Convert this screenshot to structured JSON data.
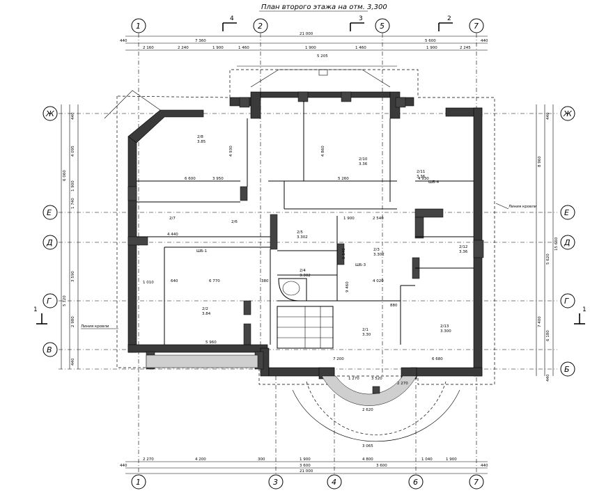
{
  "title": "План второго этажа на отм. 3,300",
  "axes_top": [
    {
      "label": "1"
    },
    {
      "label": "2"
    },
    {
      "label": "5"
    },
    {
      "label": "7"
    }
  ],
  "axes_bottom": [
    {
      "label": "1"
    },
    {
      "label": "3"
    },
    {
      "label": "4"
    },
    {
      "label": "6"
    },
    {
      "label": "7"
    }
  ],
  "axes_side": [
    {
      "label": "Ж"
    },
    {
      "label": "Е"
    },
    {
      "label": "Д"
    },
    {
      "label": "Г"
    },
    {
      "label": "В"
    },
    {
      "label": "Б"
    }
  ],
  "section_marks": [
    {
      "label": "4"
    },
    {
      "label": "3"
    },
    {
      "label": "2"
    },
    {
      "label": "1"
    }
  ],
  "dims_top": {
    "overall": "21 000",
    "row1": [
      "7 360",
      "5 205",
      "5 600"
    ],
    "row2": [
      "2 160",
      "2 240",
      "1 900",
      "1 460",
      "1 900",
      "1 460",
      "1 900",
      "2 245"
    ],
    "edge": [
      "440",
      "440"
    ]
  },
  "dims_bottom": {
    "overall": "21 000",
    "row1": [
      "2 270",
      "4 200",
      "1 900",
      "4 800",
      "1 040",
      "1 900"
    ],
    "row2": [
      "300",
      "3 600",
      "3 600"
    ],
    "edge": [
      "440",
      "440"
    ]
  },
  "dims_left": [
    "6 060",
    "4 095",
    "1 900",
    "1 740",
    "3 590",
    "2 980",
    "5 720",
    "440",
    "440"
  ],
  "dims_right": [
    "8 960",
    "15 660",
    "5 620",
    "7 400",
    "6 180",
    "440",
    "440"
  ],
  "rooms": [
    {
      "id": "2/8",
      "area": "3.85"
    },
    {
      "id": "2/10",
      "area": "3.36"
    },
    {
      "id": "2/11",
      "area": "3.36"
    },
    {
      "id": "2/7",
      "area": ""
    },
    {
      "id": "2/6",
      "area": ""
    },
    {
      "id": "2/5",
      "area": "3.302"
    },
    {
      "id": "2/3",
      "area": "3.302"
    },
    {
      "id": "2/4",
      "area": "3.302"
    },
    {
      "id": "2/2",
      "area": "3.84"
    },
    {
      "id": "2/1",
      "area": "3.30"
    },
    {
      "id": "2/12",
      "area": "3.36"
    },
    {
      "id": "2/13",
      "area": "3.300"
    }
  ],
  "notes": {
    "roof_line_left": "Линия кровли",
    "roof_line_right": "Линия кровли",
    "beam_1": "ШБ-1",
    "beam_3": "ШБ-3",
    "beam_4": "ШБ-4"
  },
  "interior_dims": [
    "6 600",
    "3 950",
    "5 260",
    "4 930",
    "4 440",
    "6 770",
    "5 960",
    "4 020",
    "2 540",
    "6 680",
    "7 200",
    "2 270",
    "2 620",
    "3 065",
    "1 270",
    "3 520",
    "5 540",
    "9 460",
    "4 930",
    "4 860",
    "1 900",
    "880",
    "380",
    "640",
    "1 010"
  ]
}
